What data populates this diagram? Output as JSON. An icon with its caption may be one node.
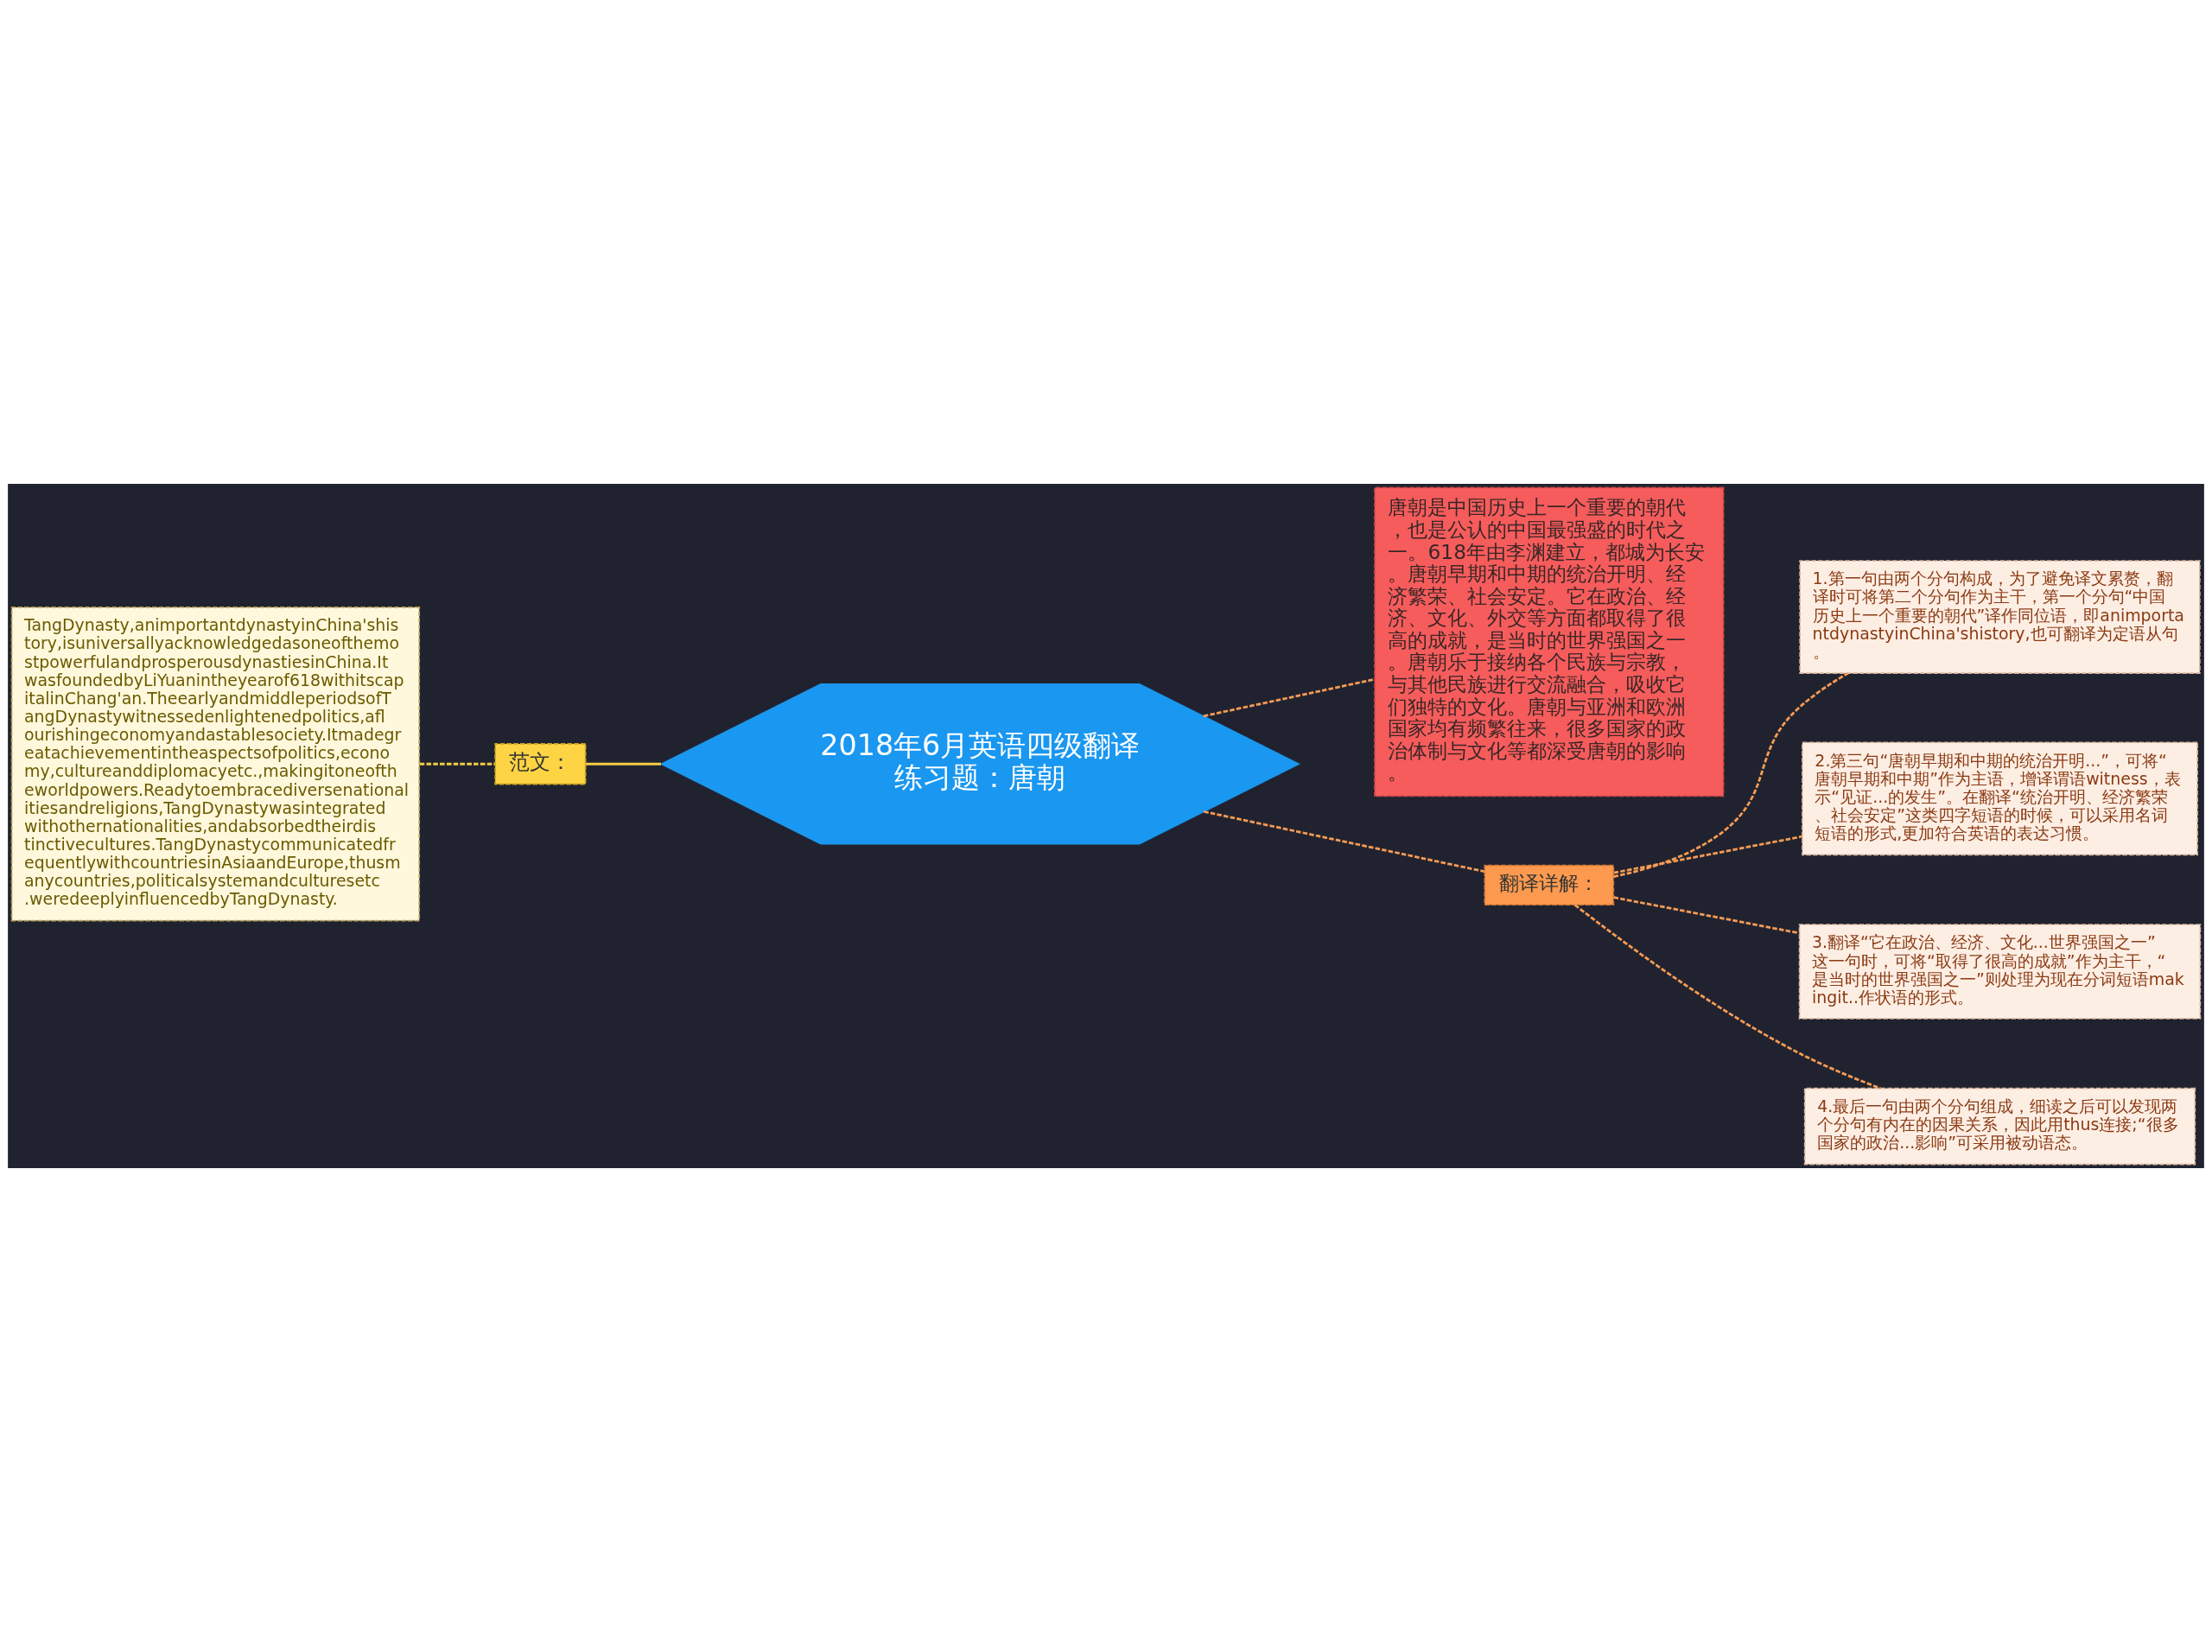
{
  "diagram": {
    "nodes": [
      {
        "text": [
          "2018年6月英语四级翻译练习题：唐朝"
        ]
      },
      {
        "text": [
          "范文："
        ]
      },
      {
        "text": [
          "TangDynasty,animportantdynastyinChina'shistory,isuniversallyacknowledgedasoneofthemostpowerfulandprosperousdynastiesinChina.ItwasfoundedbyLiYuanintheyearof618withitscapitalinChang'an.TheearlyandmiddleperiodsofTangDynastywitnessedenlightenedpolitics,aflourishingeconomyandastablesociety.Itmadegreatachievementintheaspectsofpolitics,economy,cultureanddiplomacyetc.,makingitoneoftheworldpowers.Readytoembracediversenationalitiesandreligions,TangDynastywasintegratedwithothernationalities,andabsorbedtheirdistinctivecultures.TangDynastycommunicatedfrequentlywithcountriesinAsiaandEurope,thusmanycountries,politicalsystemandculturesetc.weredeeplyinfluencedbyTangDynasty."
        ]
      },
      {
        "text": [
          "唐朝是中国历史上一个重要的朝代，也是公认的中国最强盛的时代之一。618年由李渊建立，都城为长安。唐朝早期和中期的统治开明、经济繁荣、社会安定。它在政治、经济、文化、外交等方面都取得了很高的成就，是当时的世界强国之一。唐朝乐于接纳各个民族与宗教，与其他民族进行交流融合，吸收它们独特的文化。唐朝与亚洲和欧洲国家均有频繁往来，很多国家的政治体制与文化等都深受唐朝的影响。"
        ]
      },
      {
        "text": [
          "翻译详解："
        ]
      },
      {
        "text": [
          "1.第一句由两个分句构成，为了避免译文累赘，翻译时可将第二个分句作为主干，第一个分句“中国历史上一个重要的朝代”译作同位语，即animportantdynastyinChina'shistory,也可翻译为定语从句。"
        ]
      },
      {
        "text": [
          "2.第三句“唐朝早期和中期的统治开明...”，可将“唐朝早期和中期”作为主语，增译谓语witness，表示“见证...的发生”。在翻译“统治开明、经济繁荣、社会安定”这类四字短语的时候，可以采用名词短语的形式,更加符合英语的表达习惯。"
        ]
      },
      {
        "text": [
          "3.翻译“它在政治、经济、文化...世界强国之一”这一句时，可将“取得了很高的成就”作为主干，“是当时的世界强国之一”则处理为现在分词短语makingit..作状语的形式。"
        ]
      },
      {
        "text": [
          "4.最后一句由两个分句组成，细读之后可以发现两个分句有内在的因果关系，因此用thus连接;“很多国家的政治...影响”可采用被动语态。"
        ]
      }
    ],
    "edges": [
      {
        "from": 0,
        "to": 1,
        "arrow": "none",
        "color": "#f5cc45"
      },
      {
        "from": 1,
        "to": 2,
        "arrow": "none",
        "style": "dashed",
        "color": "#f5cc45"
      },
      {
        "from": 0,
        "to": 3,
        "arrow": "none",
        "style": "dashed"
      },
      {
        "from": 0,
        "to": 4,
        "arrow": "none",
        "style": "dashed"
      },
      {
        "from": 4,
        "to": 5,
        "arrow": "none",
        "style": "dashed"
      },
      {
        "from": 4,
        "to": 6,
        "arrow": "none",
        "style": "dashed"
      },
      {
        "from": 4,
        "to": 7,
        "arrow": "none",
        "style": "dashed"
      },
      {
        "from": 4,
        "to": 8,
        "arrow": "none",
        "style": "dashed"
      }
    ]
  }
}
